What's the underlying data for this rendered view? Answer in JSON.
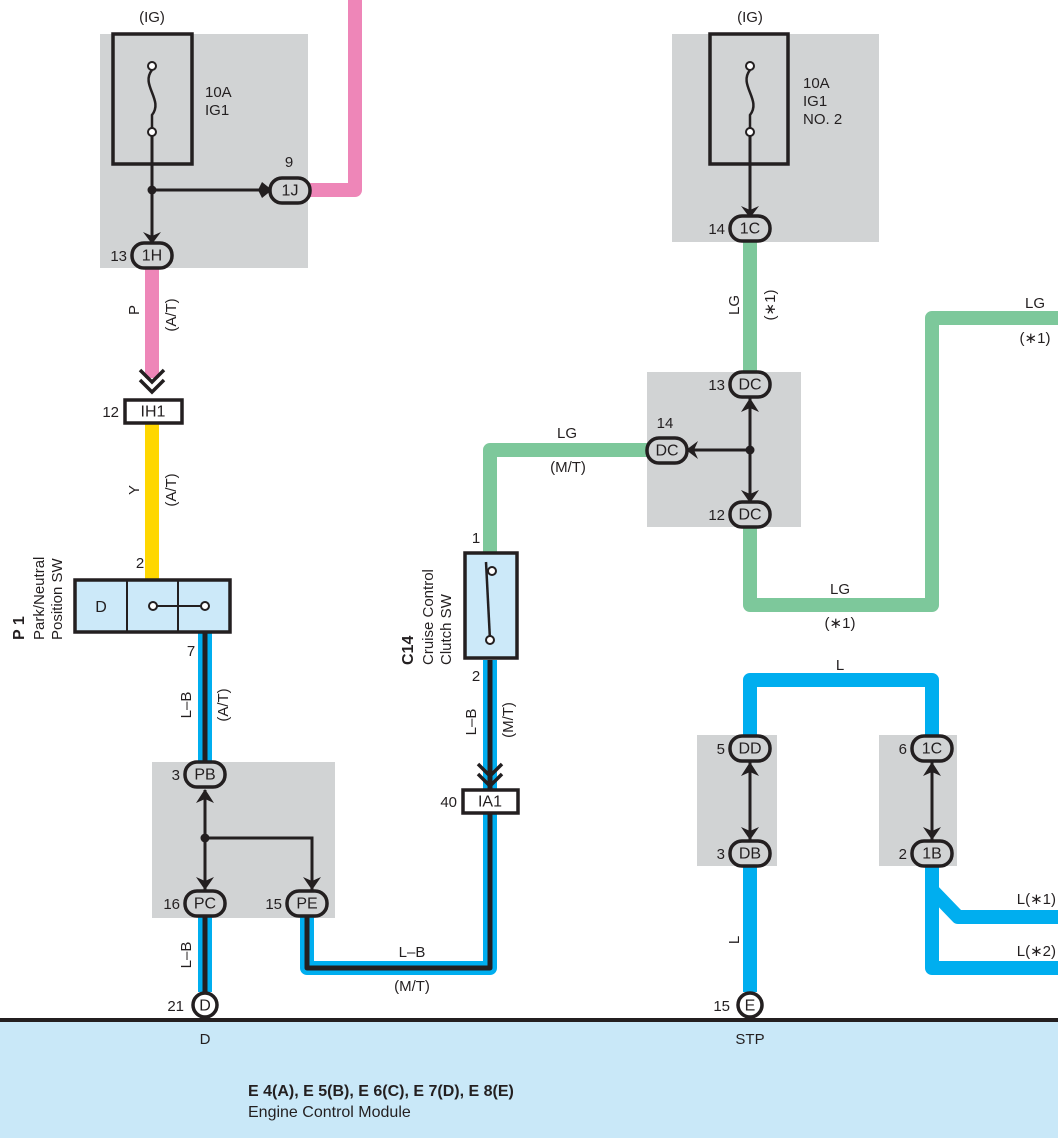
{
  "colors": {
    "pink": "#ee86b8",
    "yellow": "#ffd700",
    "green": "#7dc89b",
    "blue": "#00aeef",
    "black": "#231f20",
    "gray": "#d1d3d4",
    "ecm_fill": "#c9e8f8",
    "switch_fill": "#cce9f9"
  },
  "fuses": [
    {
      "supply": "(IG)",
      "rating": "10A",
      "name": "IG1",
      "name2": ""
    },
    {
      "supply": "(IG)",
      "rating": "10A",
      "name": "IG1",
      "name2": "NO. 2"
    }
  ],
  "connectors": {
    "j1J": {
      "id": "1J",
      "pin": "9"
    },
    "j1H": {
      "id": "1H",
      "pin": "13"
    },
    "IH1": {
      "id": "IH1",
      "pin": "12"
    },
    "IA1": {
      "id": "IA1",
      "pin": "40"
    },
    "PB": {
      "id": "PB",
      "pin": "3"
    },
    "PC": {
      "id": "PC",
      "pin": "16"
    },
    "PE": {
      "id": "PE",
      "pin": "15"
    },
    "D": {
      "id": "D",
      "pin": "21"
    },
    "j1C_top": {
      "id": "1C",
      "pin": "14"
    },
    "DC13": {
      "id": "DC",
      "pin": "13"
    },
    "DC14": {
      "id": "DC",
      "pin": "14"
    },
    "DC12": {
      "id": "DC",
      "pin": "12"
    },
    "DD": {
      "id": "DD",
      "pin": "5"
    },
    "DB": {
      "id": "DB",
      "pin": "3"
    },
    "j1C_bot": {
      "id": "1C",
      "pin": "6"
    },
    "j1B": {
      "id": "1B",
      "pin": "2"
    },
    "E": {
      "id": "E",
      "pin": "15"
    }
  },
  "components": {
    "p1": {
      "code": "P 1",
      "name1": "Park/Neutral",
      "name2": "Position SW",
      "cell": "D",
      "pin_in": "2",
      "pin_out": "7"
    },
    "c14": {
      "code": "C14",
      "name1": "Cruise Control",
      "name2": "Clutch SW",
      "pin_in": "1",
      "pin_out": "2"
    }
  },
  "wire_labels": {
    "p_color": "P",
    "p_cond": "(A/T)",
    "y_color": "Y",
    "y_cond": "(A/T)",
    "lb_at_color": "L–B",
    "lb_at_cond": "(A/T)",
    "lb_bottom": "L–B",
    "lb_mt_h_color": "L–B",
    "lb_mt_h_cond": "(M/T)",
    "lb_mt_v_color": "L–B",
    "lb_mt_v_cond": "(M/T)",
    "lg_mt_color": "LG",
    "lg_mt_cond": "(M/T)",
    "lg_v_color": "LG",
    "lg_v_cond": "(∗1)",
    "lg_bottom_color": "LG",
    "lg_bottom_cond": "(∗1)",
    "lg_right_color": "LG",
    "lg_right_cond": "(∗1)",
    "l_top": "L",
    "l_v": "L",
    "l_1": "L(∗1)",
    "l_2": "L(∗2)"
  },
  "ecm": {
    "terminal_d": "D",
    "terminal_stp": "STP",
    "codes": "E 4(A), E 5(B), E 6(C), E 7(D), E 8(E)",
    "name": "Engine Control Module"
  }
}
